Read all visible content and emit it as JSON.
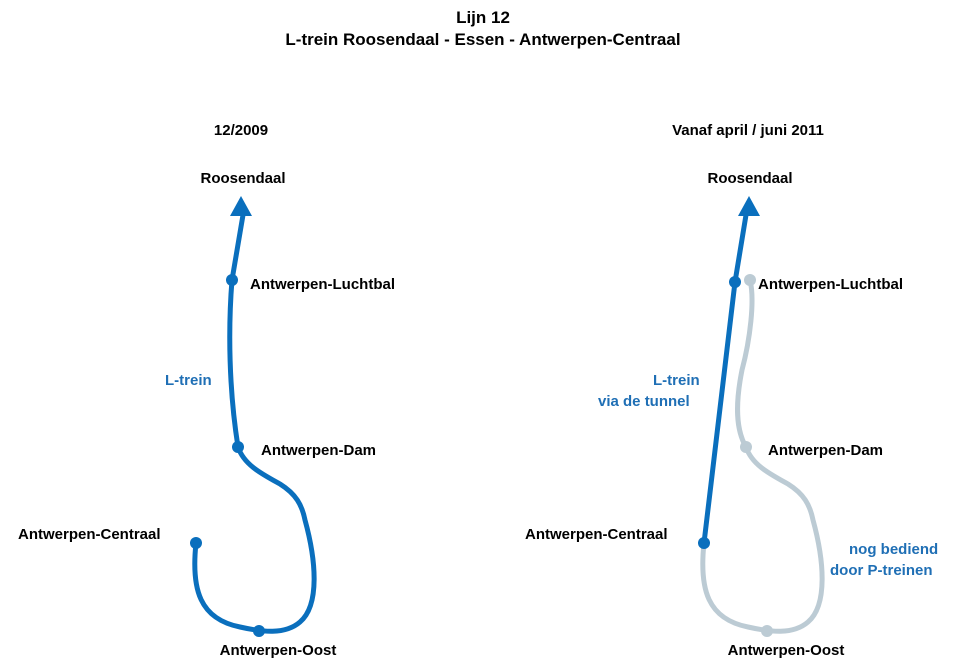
{
  "title": {
    "line1": "Lijn 12",
    "line2": "L-trein Roosendaal - Essen - Antwerpen-Centraal"
  },
  "colors": {
    "active_line": "#0a6fbd",
    "inactive_line": "#bccbd4",
    "label_blue": "#1f6fb5"
  },
  "panels": [
    {
      "heading": "12/2009",
      "stations": {
        "roosendaal": "Roosendaal",
        "luchtbal": "Antwerpen-Luchtbal",
        "dam": "Antwerpen-Dam",
        "centraal": "Antwerpen-Centraal",
        "oost": "Antwerpen-Oost"
      },
      "route_label": "L-trein"
    },
    {
      "heading": "Vanaf april / juni 2011",
      "stations": {
        "roosendaal": "Roosendaal",
        "luchtbal": "Antwerpen-Luchtbal",
        "dam": "Antwerpen-Dam",
        "centraal": "Antwerpen-Centraal",
        "oost": "Antwerpen-Oost"
      },
      "route_label_line1": "L-trein",
      "route_label_line2": "via de tunnel",
      "note_line1": "nog bediend",
      "note_line2": "door P-treinen"
    }
  ]
}
